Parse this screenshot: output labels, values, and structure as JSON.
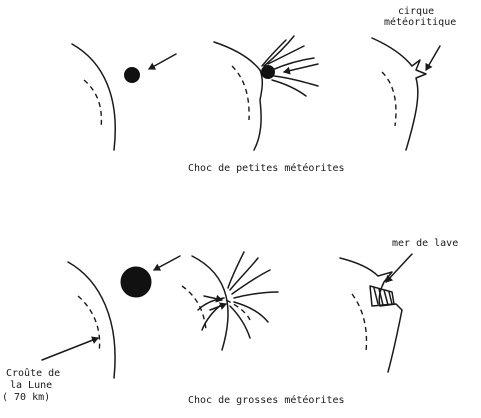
{
  "labels": {
    "cirque": [
      "cirque",
      "météoritique"
    ],
    "small_caption": "Choc de petites météorites",
    "mer": "mer de lave",
    "croute": [
      "Croûte de",
      "la Lune",
      "( 70 km)"
    ],
    "large_caption": "Choc de grosses météorites"
  },
  "colors": {
    "ink": "#1a1a1a",
    "paper": "#ffffff"
  }
}
